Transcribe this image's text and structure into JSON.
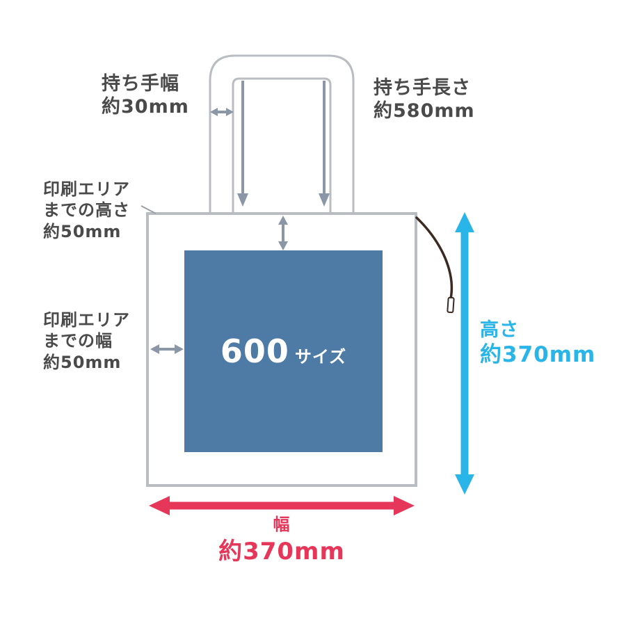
{
  "colors": {
    "text_dark": "#4a4a4a",
    "accent_cyan": "#29b5e8",
    "accent_red": "#e6375a",
    "print_blue": "#4d7ba6",
    "arrow_gray": "#8b97a6",
    "outline_gray": "#b9bdc2",
    "string_brown": "#3a2a21"
  },
  "labels": {
    "handle_width": {
      "line1": "持ち手幅",
      "line2": "約30mm"
    },
    "handle_length": {
      "line1": "持ち手長さ",
      "line2": "約580mm"
    },
    "print_offset_top": {
      "line1": "印刷エリア",
      "line2": "までの高さ",
      "line3": "約50mm"
    },
    "print_offset_side": {
      "line1": "印刷エリア",
      "line2": "までの幅",
      "line3": "約50mm"
    },
    "bag_height": {
      "line1": "高さ",
      "line2": "約370mm"
    },
    "bag_width": {
      "line1": "幅",
      "line2": "約370mm"
    },
    "print_area": {
      "number": "600",
      "unit": "サイズ"
    }
  },
  "icons": {
    "bag_height_arrow": "vertical-double-arrow",
    "bag_width_arrow": "horizontal-double-arrow",
    "handle_length_arrows": "down-arrows",
    "handle_width_arrow": "horizontal-double-arrow",
    "print_offset_top_arrow": "vertical-double-arrow",
    "print_offset_side_arrow": "horizontal-double-arrow",
    "string": "hang-string"
  }
}
